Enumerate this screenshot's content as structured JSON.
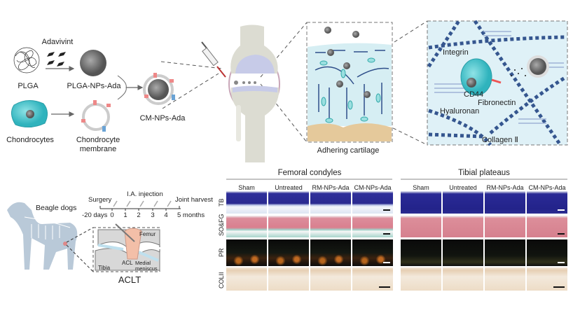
{
  "top": {
    "adavivint": "Adavivint",
    "plga": "PLGA",
    "plga_nps": "PLGA-NPs-Ada",
    "chondrocytes": "Chondrocytes",
    "membrane_line1": "Chondrocyte",
    "membrane_line2": "membrane",
    "cm_nps": "CM-NPs-Ada",
    "adhering": "Adhering cartilage",
    "integrin": "Integrin",
    "cd44": "CD44",
    "fibronectin": "Fibronectin",
    "hyaluronan": "Hyaluronan",
    "collagen": "Collagen Ⅱ"
  },
  "model": {
    "beagle": "Beagle dogs",
    "surgery": "Surgery",
    "injection": "I.A. injection",
    "harvest": "Joint harvest",
    "ticks": [
      "-20 days",
      "0",
      "1",
      "2",
      "3",
      "4",
      "5 months"
    ],
    "femur": "Femur",
    "tibia": "Tibia",
    "acl": "ACL",
    "meniscus_line1": "Medial",
    "meniscus_line2": "meniscus",
    "aclt": "ACLT"
  },
  "histology": {
    "groups": [
      "Sham",
      "Untreated",
      "RM-NPs-Ada",
      "CM-NPs-Ada"
    ],
    "regions": [
      {
        "title": "Femoral condyles"
      },
      {
        "title": "Tibial plateaus"
      }
    ],
    "stains": [
      "TB",
      "SO&FG",
      "PR",
      "COLII"
    ],
    "colors": {
      "tb": "#2a2a90",
      "so": "#d9808f",
      "fg": "#9fd0c8",
      "pr": "#0d0d0d",
      "col": "#eddcc6"
    }
  }
}
